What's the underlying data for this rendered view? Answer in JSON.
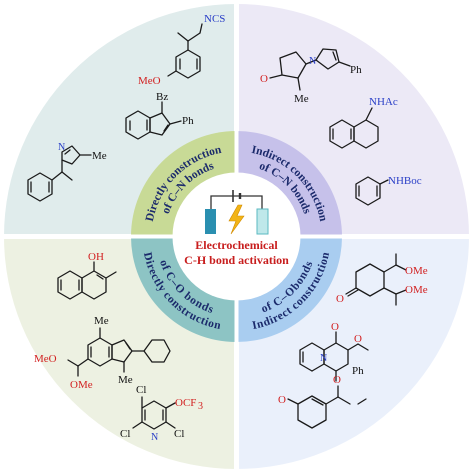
{
  "center": {
    "line1": "Electrochemical",
    "line2": "C-H bond activation"
  },
  "quadrants": {
    "top_left": {
      "line1": "Directly construction",
      "line2": "of C–N bonds"
    },
    "top_right": {
      "line1": "Indirect construction",
      "line2": "of C–N bonds"
    },
    "bottom_left": {
      "line1": "Directly construction",
      "line2": "of C–O bonds"
    },
    "bottom_right": {
      "line1": "Indirect construction",
      "line2": "of C–Obonds"
    }
  },
  "molecules": {
    "ncs_label": "NCS",
    "meo_label": "MeO",
    "bz_label": "Bz",
    "ph_label1": "Ph",
    "n_tetrazole": "N",
    "me_tetrazole": "Me",
    "o_pyrazole": "O",
    "me_pyrazole": "Me",
    "n_pyrazole": "N",
    "ph_pyrazole": "Ph",
    "nhac_label": "NHAc",
    "nhboc_label": "NHBoc",
    "oh_label": "OH",
    "me_indene": "Me",
    "meo_acetal": "MeO",
    "ome_acetal": "OMe",
    "me_indene2": "Me",
    "cl1": "Cl",
    "cl2": "Cl",
    "cl3": "Cl",
    "ocf3": "OCF",
    "ocf3_sub": "3",
    "n_pyridine": "N",
    "o_keto": "O",
    "ome1": "OMe",
    "ome2": "OMe",
    "o_pyrimidone": "O",
    "o_methoxy": "O",
    "n_pyrimidone": "N",
    "ph_pyrimidone": "Ph",
    "o_enone": "O",
    "o_ester": "O"
  },
  "colors": {
    "tl_outer": "#e0ecec",
    "tr_outer": "#ece9f6",
    "bl_outer": "#edf1e2",
    "br_outer": "#eaf0fb",
    "tl_inner": "#c8da96",
    "tr_inner": "#c6c1ea",
    "bl_inner": "#8dc4c4",
    "br_inner": "#a9cdf0",
    "heteroatom_red": "#d21f1f",
    "nitrogen_blue": "#2a3fc7"
  }
}
